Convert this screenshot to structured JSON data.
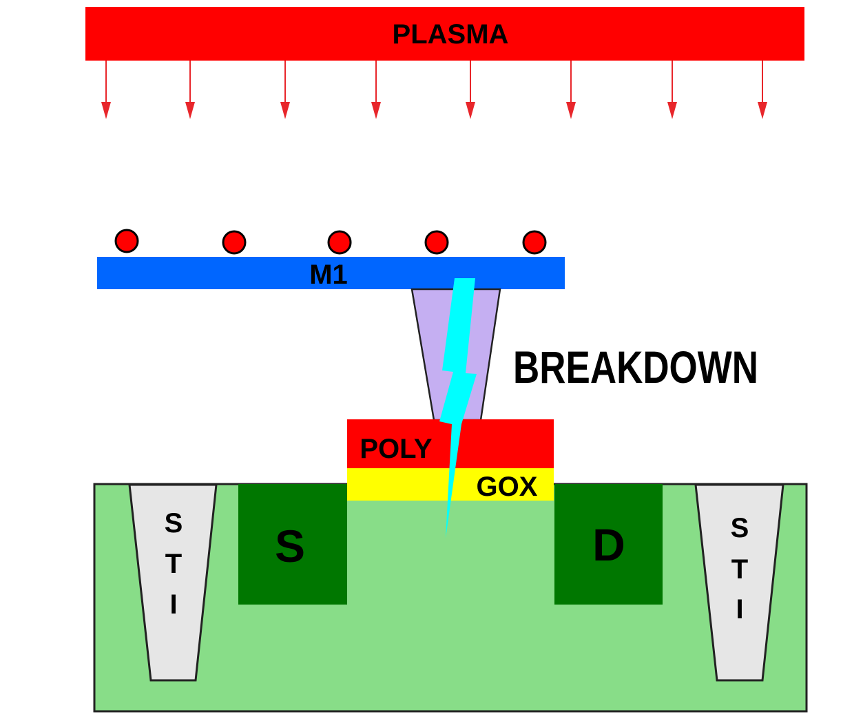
{
  "labels": {
    "plasma": "PLASMA",
    "m1": "M1",
    "breakdown": "BREAKDOWN",
    "poly": "POLY",
    "gox": "GOX",
    "source": "S",
    "drain": "D",
    "sti_left": [
      "S",
      "T",
      "I"
    ],
    "sti_right": [
      "S",
      "T",
      "I"
    ]
  },
  "colors": {
    "plasma": "#ff0000",
    "arrow": "#e8262b",
    "charge": "#ff0000",
    "m1": "#0066ff",
    "via": "#c5aff2",
    "poly": "#ff0000",
    "gox": "#ffff00",
    "substrate": "#88dd88",
    "source_drain": "#007700",
    "sti": "#e6e6e6",
    "lightning": "#00ffff"
  }
}
